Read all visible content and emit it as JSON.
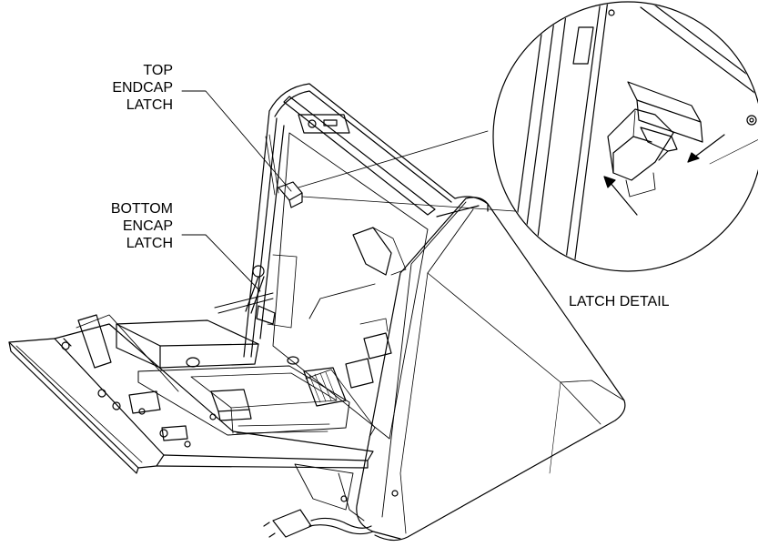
{
  "labels": {
    "top_endcap_latch": [
      "TOP",
      "ENDCAP",
      "LATCH"
    ],
    "bottom_encap_latch": [
      "BOTTOM",
      "ENCAP",
      "LATCH"
    ],
    "latch_detail": "LATCH DETAIL"
  },
  "colors": {
    "line": "#000000",
    "background": "#ffffff"
  }
}
